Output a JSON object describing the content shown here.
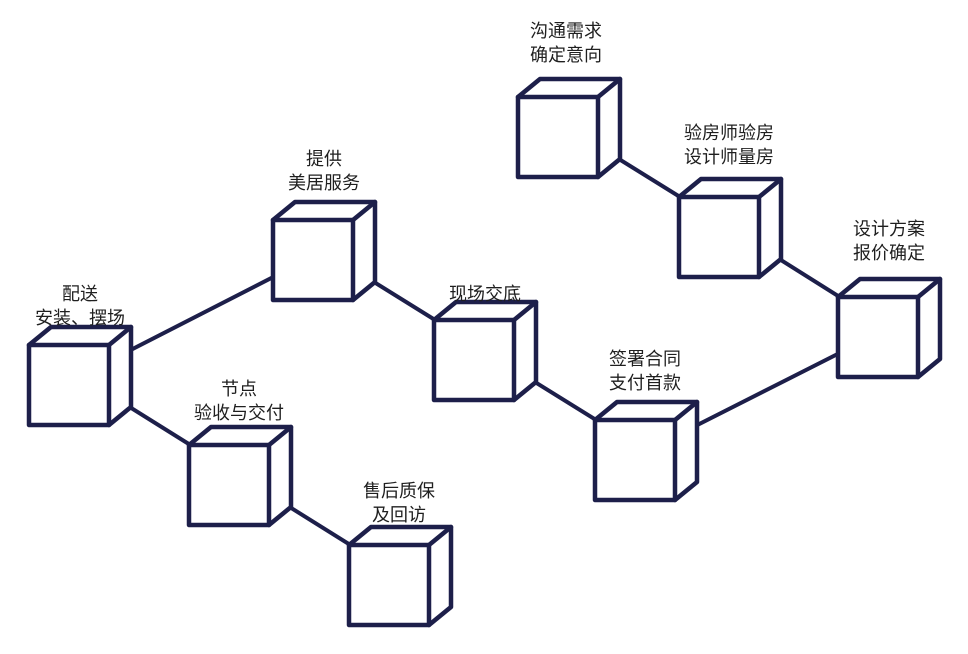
{
  "steps": [
    {
      "id": "s1",
      "lines": [
        "沟通需求",
        "确定意向"
      ]
    },
    {
      "id": "s2",
      "lines": [
        "验房师验房",
        "设计师量房"
      ]
    },
    {
      "id": "s3",
      "lines": [
        "设计方案",
        "报价确定"
      ]
    },
    {
      "id": "s4",
      "lines": [
        "签署合同",
        "支付首款"
      ]
    },
    {
      "id": "s5",
      "lines": [
        "现场交底"
      ]
    },
    {
      "id": "s6",
      "lines": [
        "提供",
        "美居服务"
      ]
    },
    {
      "id": "s7",
      "lines": [
        "配送",
        "安装、摆场"
      ]
    },
    {
      "id": "s8",
      "lines": [
        "节点",
        "验收与交付"
      ]
    },
    {
      "id": "s9",
      "lines": [
        "售后质保",
        "及回访"
      ]
    }
  ],
  "connections": [
    [
      "s1",
      "s2"
    ],
    [
      "s2",
      "s3"
    ],
    [
      "s3",
      "s4"
    ],
    [
      "s4",
      "s5"
    ],
    [
      "s5",
      "s6"
    ],
    [
      "s6",
      "s7"
    ],
    [
      "s7",
      "s8"
    ],
    [
      "s8",
      "s9"
    ]
  ],
  "colors": {
    "stroke": "#1d1f4a",
    "text": "#1f1f1f",
    "background": "#ffffff"
  }
}
